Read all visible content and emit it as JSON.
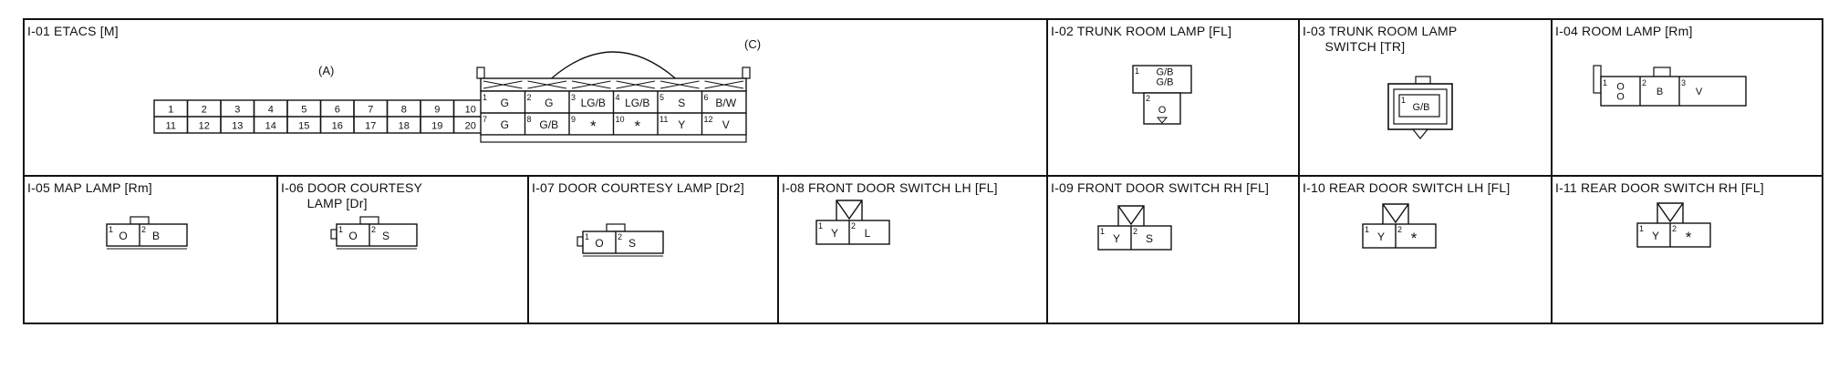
{
  "connectors": {
    "i01": {
      "title": "I-01 ETACS [M]",
      "a_label": "(A)",
      "c_label": "(C)",
      "a_row1": [
        "1",
        "2",
        "3",
        "4",
        "5",
        "6",
        "7",
        "8",
        "9",
        "10"
      ],
      "a_row2": [
        "11",
        "12",
        "13",
        "14",
        "15",
        "16",
        "17",
        "18",
        "19",
        "20"
      ],
      "c_pins_top": [
        "1",
        "2",
        "3",
        "4",
        "5",
        "6"
      ],
      "c_wires_top": [
        "G",
        "G",
        "LG/B",
        "LG/B",
        "S",
        "B/W"
      ],
      "c_pins_bot": [
        "7",
        "8",
        "9",
        "10",
        "11",
        "12"
      ],
      "c_wires_bot": [
        "G",
        "G/B",
        "*",
        "*",
        "Y",
        "V"
      ]
    },
    "i02": {
      "title": "I-02 TRUNK ROOM LAMP [FL]",
      "pins": [
        "1",
        "2"
      ],
      "wires": [
        "G/B\nG/B",
        "O"
      ]
    },
    "i03": {
      "title": "I-03 TRUNK ROOM LAMP\n      SWITCH [TR]",
      "pins": [
        "1"
      ],
      "wires": [
        "G/B"
      ]
    },
    "i04": {
      "title": "I-04 ROOM LAMP [Rm]",
      "pins": [
        "1",
        "2",
        "3"
      ],
      "wires": [
        "O\nO",
        "B",
        "V"
      ]
    },
    "i05": {
      "title": "I-05 MAP LAMP [Rm]",
      "pins": [
        "1",
        "2"
      ],
      "wires": [
        "O",
        "B"
      ]
    },
    "i06": {
      "title": "I-06 DOOR COURTESY\n       LAMP [Dr]",
      "pins": [
        "1",
        "2"
      ],
      "wires": [
        "O",
        "S"
      ]
    },
    "i07": {
      "title": "I-07 DOOR COURTESY LAMP [Dr2]",
      "pins": [
        "1",
        "2"
      ],
      "wires": [
        "O",
        "S"
      ]
    },
    "i08": {
      "title": "I-08 FRONT DOOR SWITCH LH [FL]",
      "pins": [
        "1",
        "2"
      ],
      "wires": [
        "Y",
        "L"
      ]
    },
    "i09": {
      "title": "I-09 FRONT DOOR SWITCH RH [FL]",
      "pins": [
        "1",
        "2"
      ],
      "wires": [
        "Y",
        "S"
      ]
    },
    "i10": {
      "title": "I-10 REAR DOOR SWITCH LH [FL]",
      "pins": [
        "1",
        "2"
      ],
      "wires": [
        "Y",
        "*"
      ]
    },
    "i11": {
      "title": "I-11 REAR DOOR SWITCH RH [FL]",
      "pins": [
        "1",
        "2"
      ],
      "wires": [
        "Y",
        "*"
      ]
    }
  }
}
